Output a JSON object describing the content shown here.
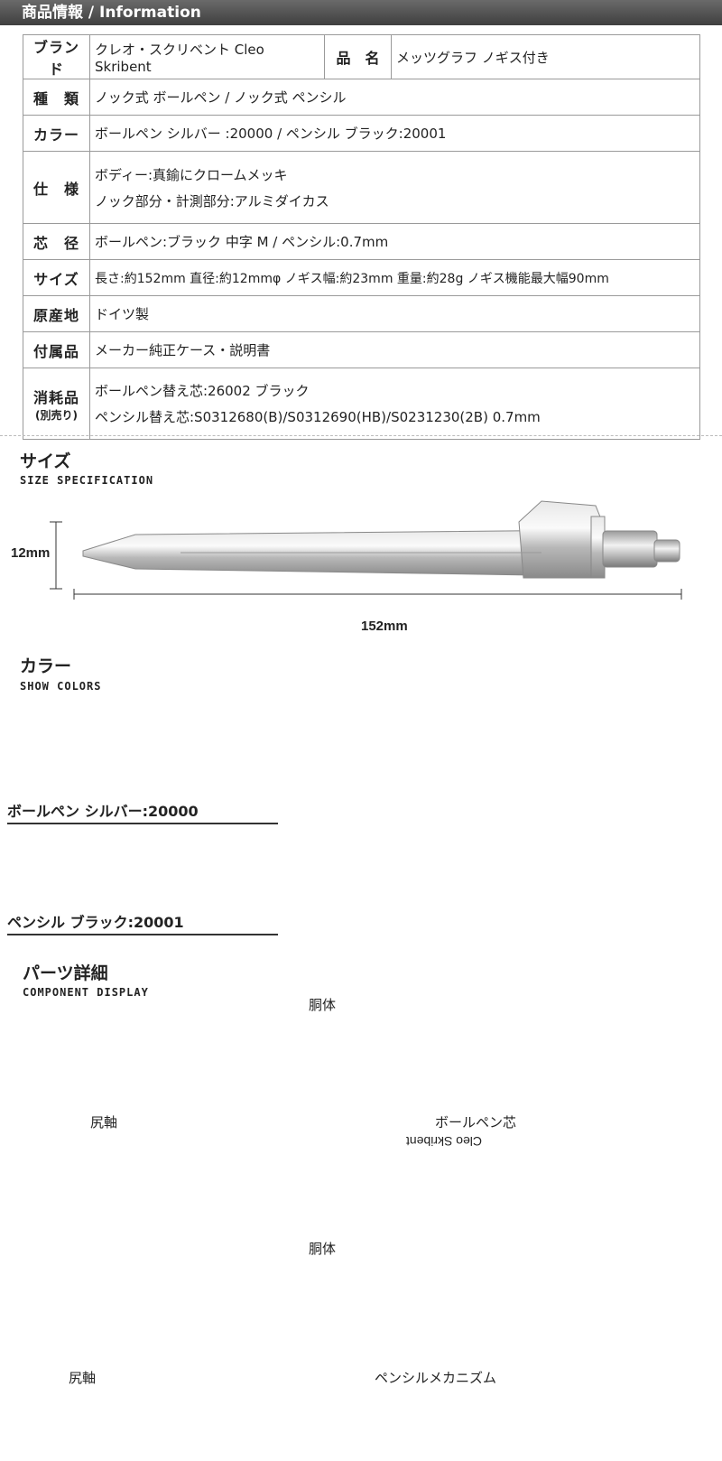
{
  "header": {
    "title": "商品情報 / Information"
  },
  "info_table": {
    "brand_label": "ブランド",
    "brand_value": "クレオ・スクリベント Cleo Skribent",
    "name_label": "品　名",
    "name_value": "メッツグラフ ノギス付き",
    "type_label": "種　類",
    "type_value": "ノック式 ボールペン / ノック式 ペンシル",
    "color_label": "カラー",
    "color_value": "ボールペン シルバー :20000 / ペンシル ブラック:20001",
    "spec_label": "仕　様",
    "spec_value_1": "ボディー:真鍮にクロームメッキ",
    "spec_value_2": "ノック部分・計測部分:アルミダイカス",
    "core_label": "芯　径",
    "core_value": "ボールペン:ブラック 中字 M / ペンシル:0.7mm",
    "size_label": "サイズ",
    "size_value": "長さ:約152mm 直径:約12mmφ ノギス幅:約23mm 重量:約28g ノギス機能最大幅90mm",
    "origin_label": "原産地",
    "origin_value": "ドイツ製",
    "accessory_label": "付属品",
    "accessory_value": "メーカー純正ケース・説明書",
    "consumable_label": "消耗品",
    "consumable_sub": "(別売り)",
    "consumable_value_1": "ボールペン替え芯:26002 ブラック",
    "consumable_value_2": "ペンシル替え芯:S0312680(B)/S0312690(HB)/S0231230(2B) 0.7mm"
  },
  "size_section": {
    "title": "サイズ",
    "subtitle": "SIZE SPECIFICATION",
    "diameter": "12mm",
    "length": "152mm"
  },
  "color_section": {
    "title": "カラー",
    "subtitle": "SHOW COLORS",
    "silver_label": "ボールペン シルバー:20000",
    "black_label": "ペンシル ブラック:20001"
  },
  "parts_section": {
    "title": "パーツ詳細",
    "subtitle": "COMPONENT DISPLAY",
    "body_label_1": "胴体",
    "tail_label_1": "尻軸",
    "refill_label": "ボールペン芯",
    "refill_brand": "Cleo Skribent",
    "body_label_2": "胴体",
    "tail_label_2": "尻軸",
    "mechanism_label": "ペンシルメカニズム"
  },
  "colors": {
    "header_bg": "#4a4a4a",
    "silver": "#c8c8c8",
    "black": "#1a1a1a",
    "brass": "#c9a23a"
  }
}
